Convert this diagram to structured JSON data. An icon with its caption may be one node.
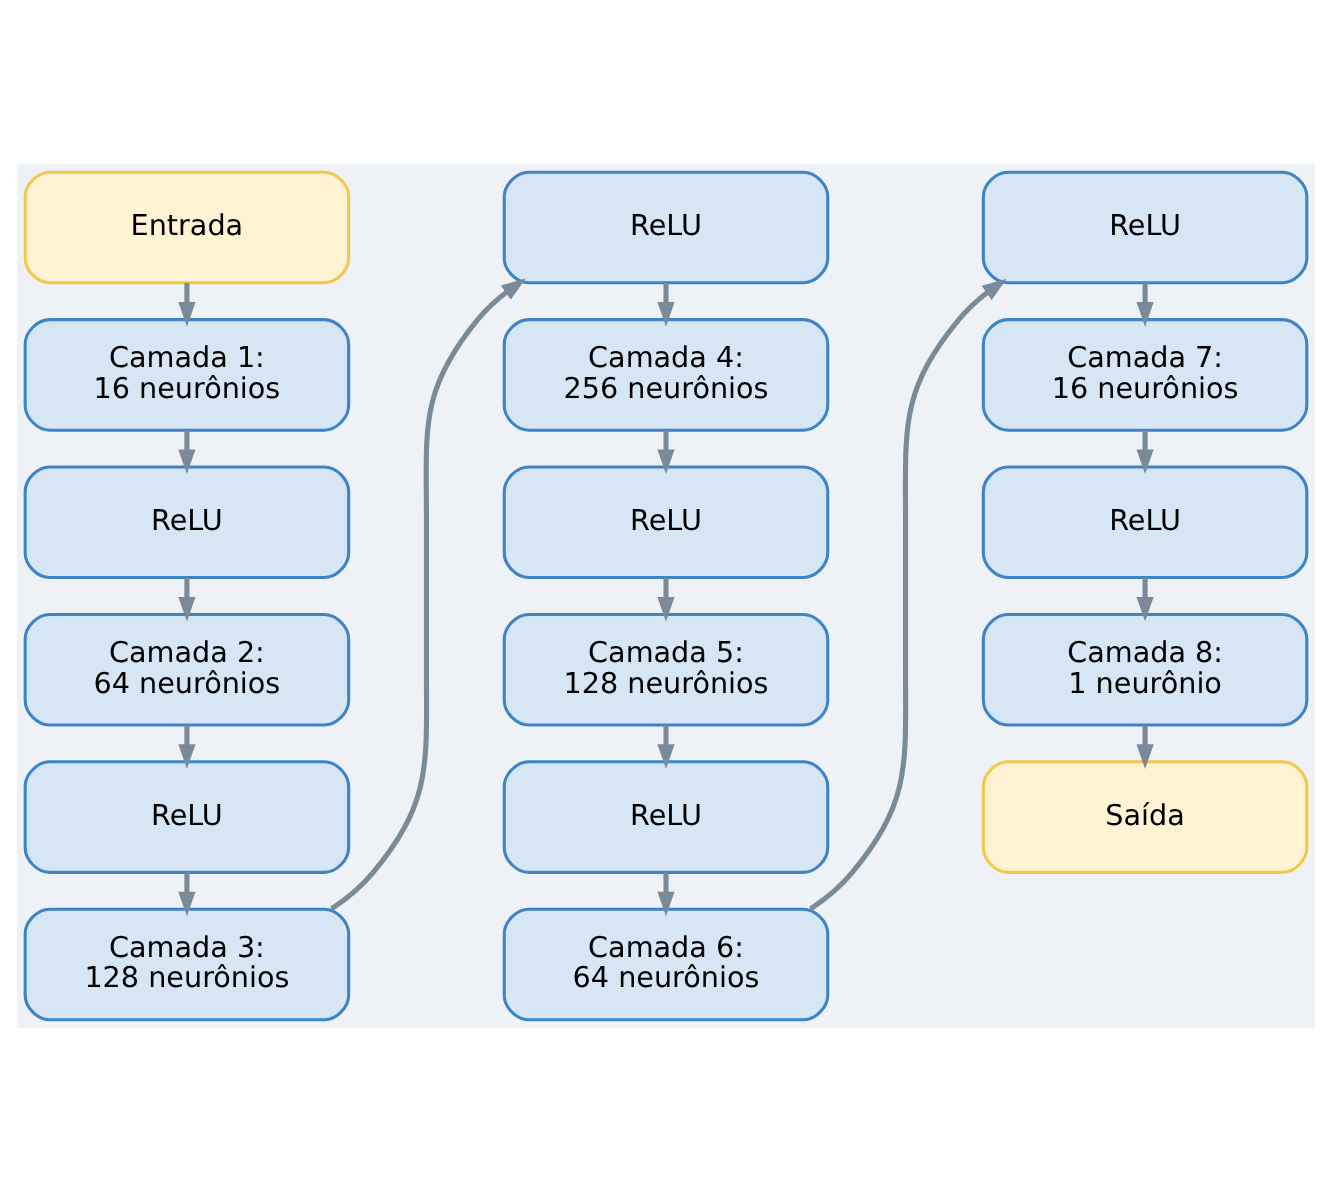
{
  "diagram": {
    "nodes": [
      {
        "text": [
          "Entrada"
        ]
      },
      {
        "text": [
          "Camada 1:",
          "16 neurônios"
        ]
      },
      {
        "text": [
          "ReLU"
        ]
      },
      {
        "text": [
          "Camada 2:",
          "64 neurônios"
        ]
      },
      {
        "text": [
          "ReLU"
        ]
      },
      {
        "text": [
          "Camada 3:",
          "128 neurônios"
        ]
      },
      {
        "text": [
          "ReLU"
        ]
      },
      {
        "text": [
          "Camada 4:",
          "256 neurônios"
        ]
      },
      {
        "text": [
          "ReLU"
        ]
      },
      {
        "text": [
          "Camada 5:",
          "128 neurônios"
        ]
      },
      {
        "text": [
          "ReLU"
        ]
      },
      {
        "text": [
          "Camada 6:",
          "64 neurônios"
        ]
      },
      {
        "text": [
          "ReLU"
        ]
      },
      {
        "text": [
          "Camada 7:",
          "16 neurônios"
        ]
      },
      {
        "text": [
          "ReLU"
        ]
      },
      {
        "text": [
          "Camada 8:",
          "1 neurônio"
        ]
      },
      {
        "text": [
          "Saída"
        ]
      }
    ],
    "edges": [
      {
        "from": 0,
        "to": 1,
        "arrow": "to"
      },
      {
        "from": 1,
        "to": 2,
        "arrow": "to"
      },
      {
        "from": 2,
        "to": 3,
        "arrow": "to"
      },
      {
        "from": 3,
        "to": 4,
        "arrow": "to"
      },
      {
        "from": 4,
        "to": 5,
        "arrow": "to"
      },
      {
        "from": 5,
        "to": 6,
        "arrow": "to"
      },
      {
        "from": 6,
        "to": 7,
        "arrow": "to"
      },
      {
        "from": 7,
        "to": 8,
        "arrow": "to"
      },
      {
        "from": 8,
        "to": 9,
        "arrow": "to"
      },
      {
        "from": 9,
        "to": 10,
        "arrow": "to"
      },
      {
        "from": 10,
        "to": 11,
        "arrow": "to"
      },
      {
        "from": 11,
        "to": 12,
        "arrow": "to"
      },
      {
        "from": 12,
        "to": 13,
        "arrow": "to"
      },
      {
        "from": 13,
        "to": 14,
        "arrow": "to"
      },
      {
        "from": 14,
        "to": 15,
        "arrow": "to"
      },
      {
        "from": 15,
        "to": 16,
        "arrow": "to"
      }
    ]
  }
}
